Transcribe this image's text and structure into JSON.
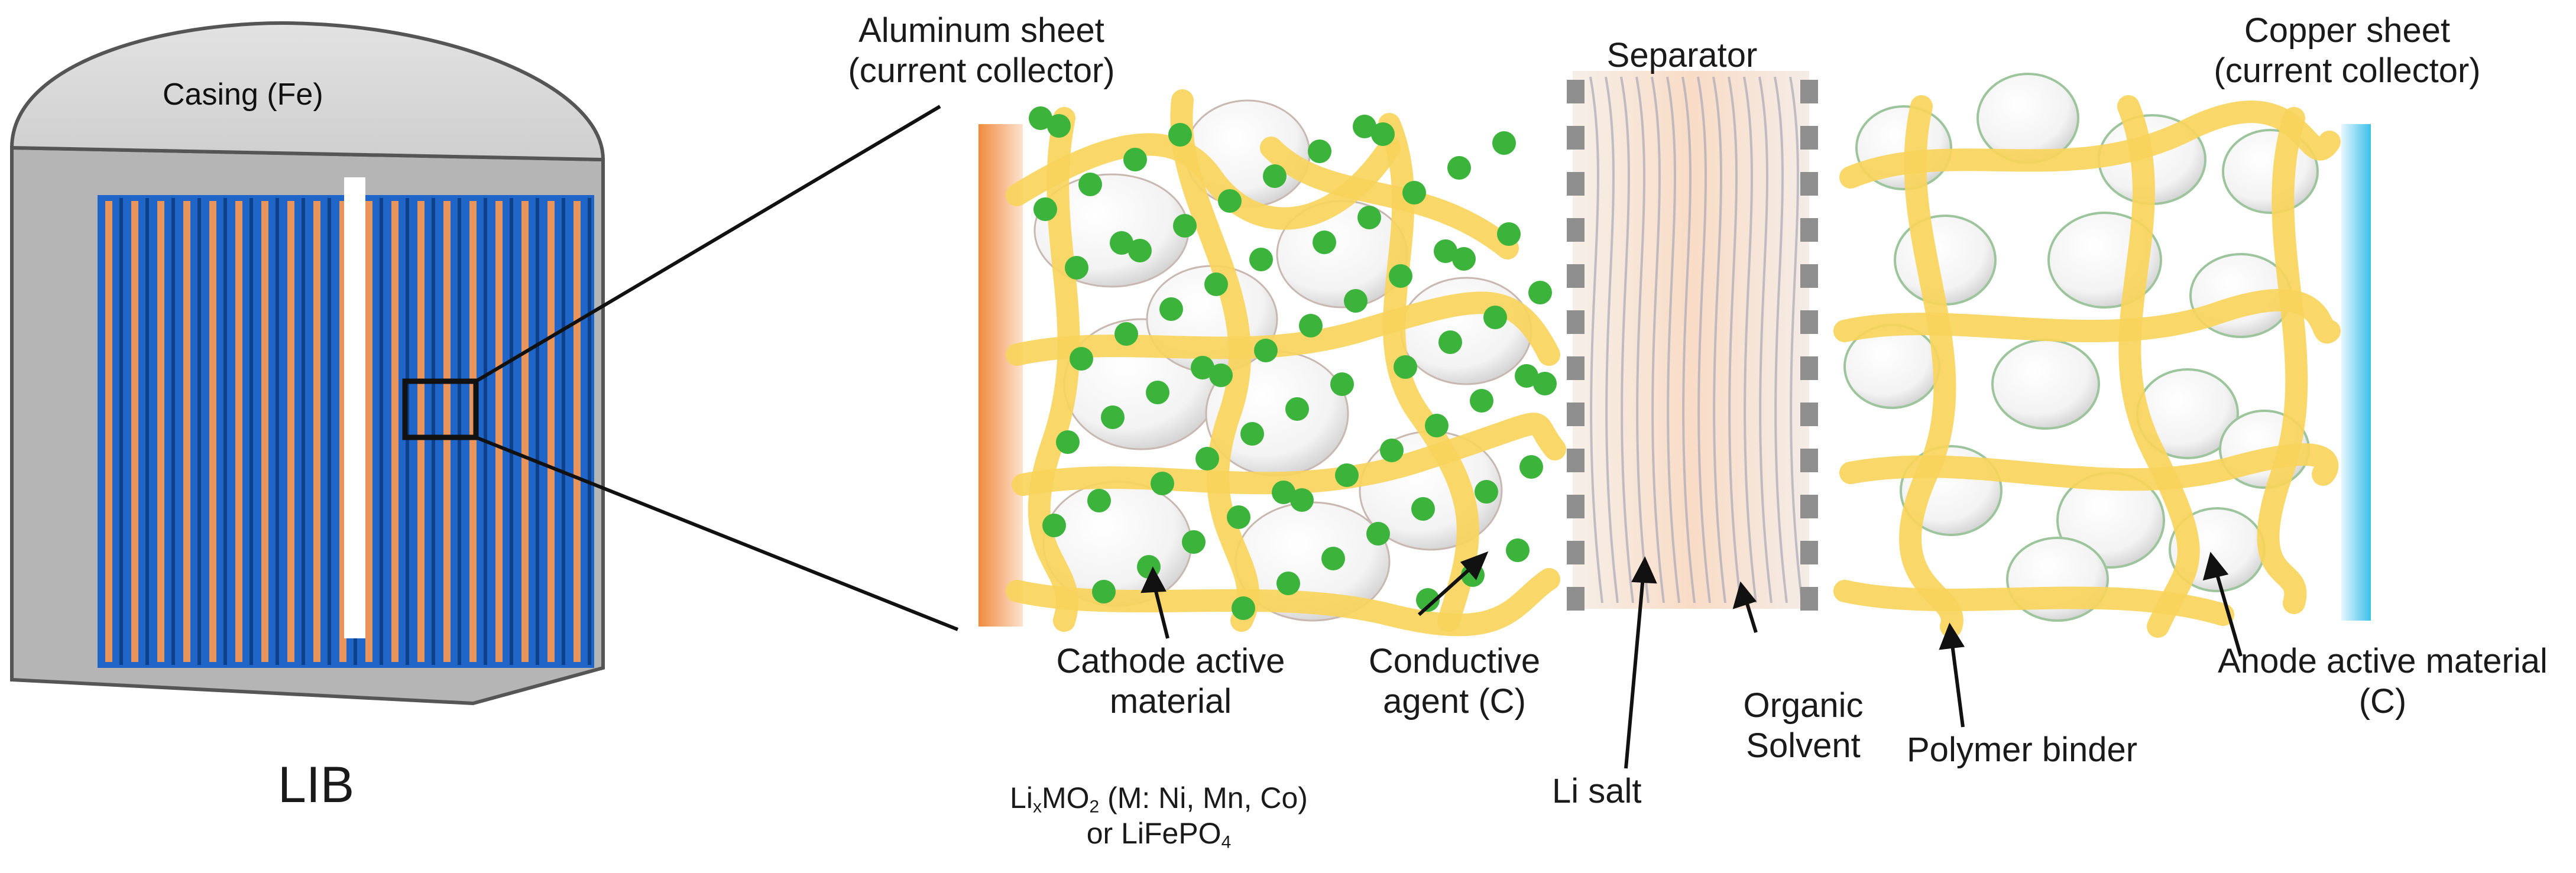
{
  "labels": {
    "casing": "Casing (Fe)",
    "lib": "LIB",
    "aluminum_line1": "Aluminum sheet",
    "aluminum_line2": "(current collector)",
    "separator": "Separator",
    "copper_line1": "Copper sheet",
    "copper_line2": "(current collector)",
    "cathode_line1": "Cathode active",
    "cathode_line2": "material",
    "conductive_line1": "Conductive",
    "conductive_line2": "agent (C)",
    "li_salt": "Li salt",
    "organic_line1": "Organic",
    "organic_line2": "Solvent",
    "polymer_binder": "Polymer binder",
    "anode_line1": "Anode active material",
    "anode_line2": "(C)",
    "formula_li": "Li",
    "formula_x": "x",
    "formula_mo": "MO",
    "formula_2": "2",
    "formula_rest": " (M: Ni, Mn, Co)",
    "formula_or": "or LiFePO",
    "formula_4": "4"
  },
  "colors": {
    "electrode_blue": "#1f66c8",
    "electrode_orange": "#e8945a",
    "casing_gray": "#b9b9b9",
    "binder_yellow": "#f9d45b",
    "conductive_green": "#3cb43c",
    "aluminum": "#f08a3e",
    "copper": "#3cc0ea"
  }
}
